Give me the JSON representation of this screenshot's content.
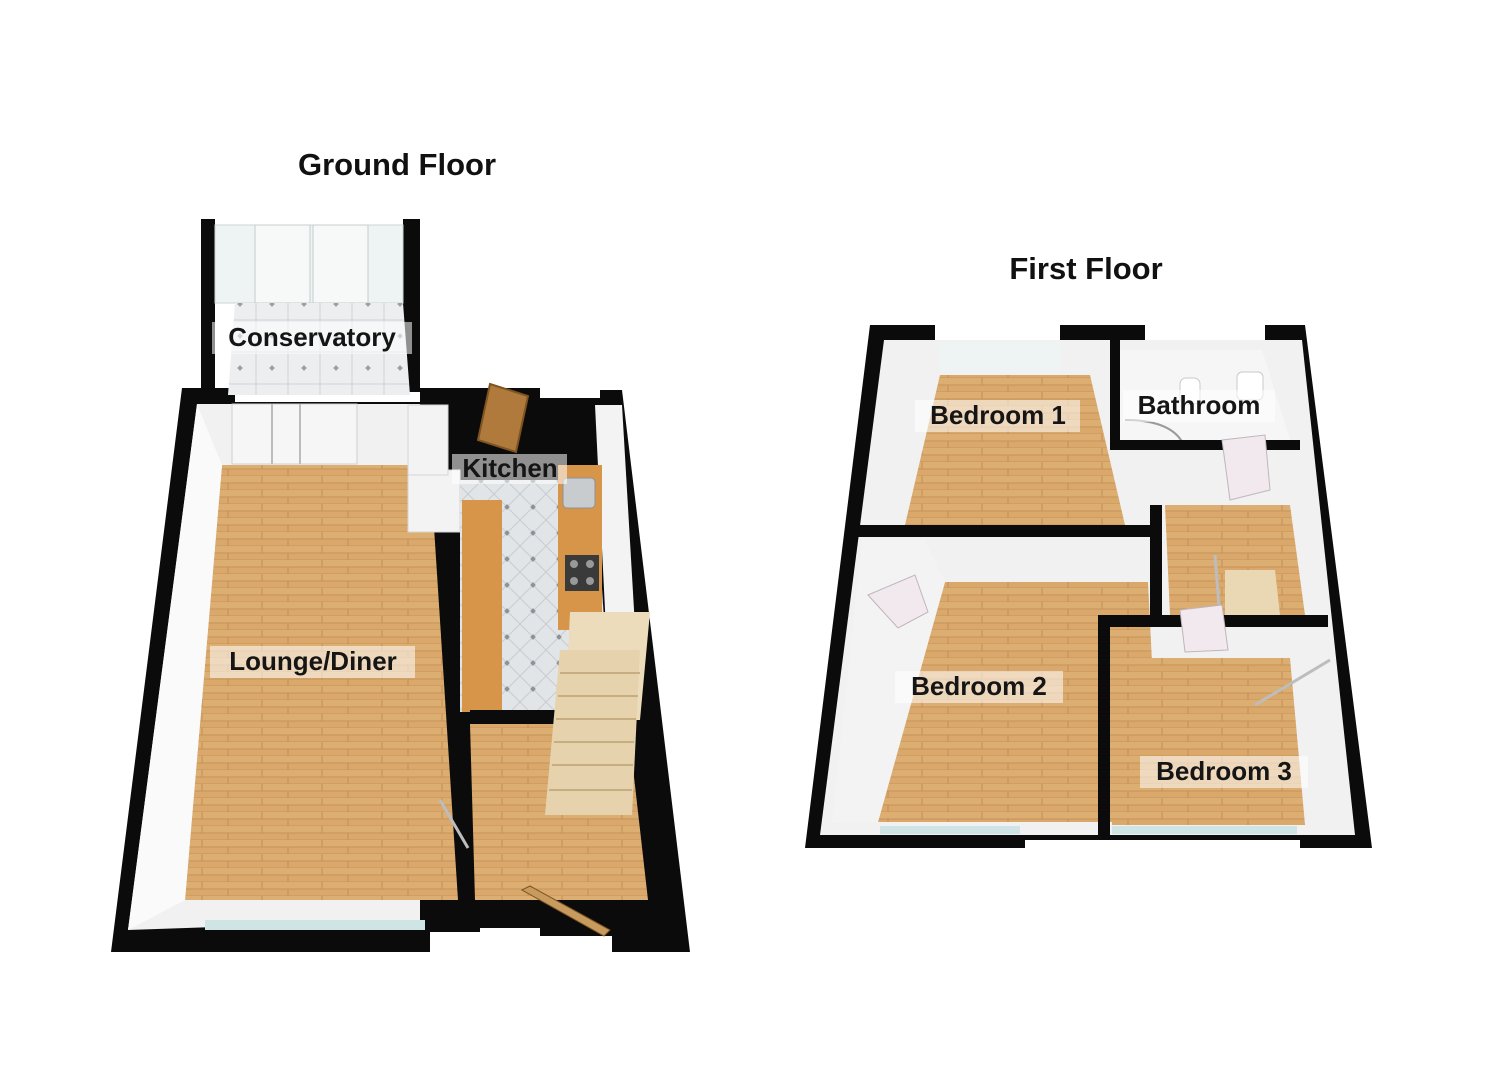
{
  "floors": {
    "ground": {
      "title": "Ground Floor",
      "rooms": {
        "conservatory": "Conservatory",
        "kitchen": "Kitchen",
        "lounge": "Lounge/Diner"
      }
    },
    "first": {
      "title": "First Floor",
      "rooms": {
        "bedroom1": "Bedroom 1",
        "bathroom": "Bathroom",
        "bedroom2": "Bedroom 2",
        "bedroom3": "Bedroom 3"
      }
    }
  },
  "colors": {
    "wall": "#0b0b0b",
    "wood_floor": "#d9a86a",
    "tile_floor": "#dfe3e6",
    "worktop": "#d7954a",
    "door": "#b07a3c"
  }
}
